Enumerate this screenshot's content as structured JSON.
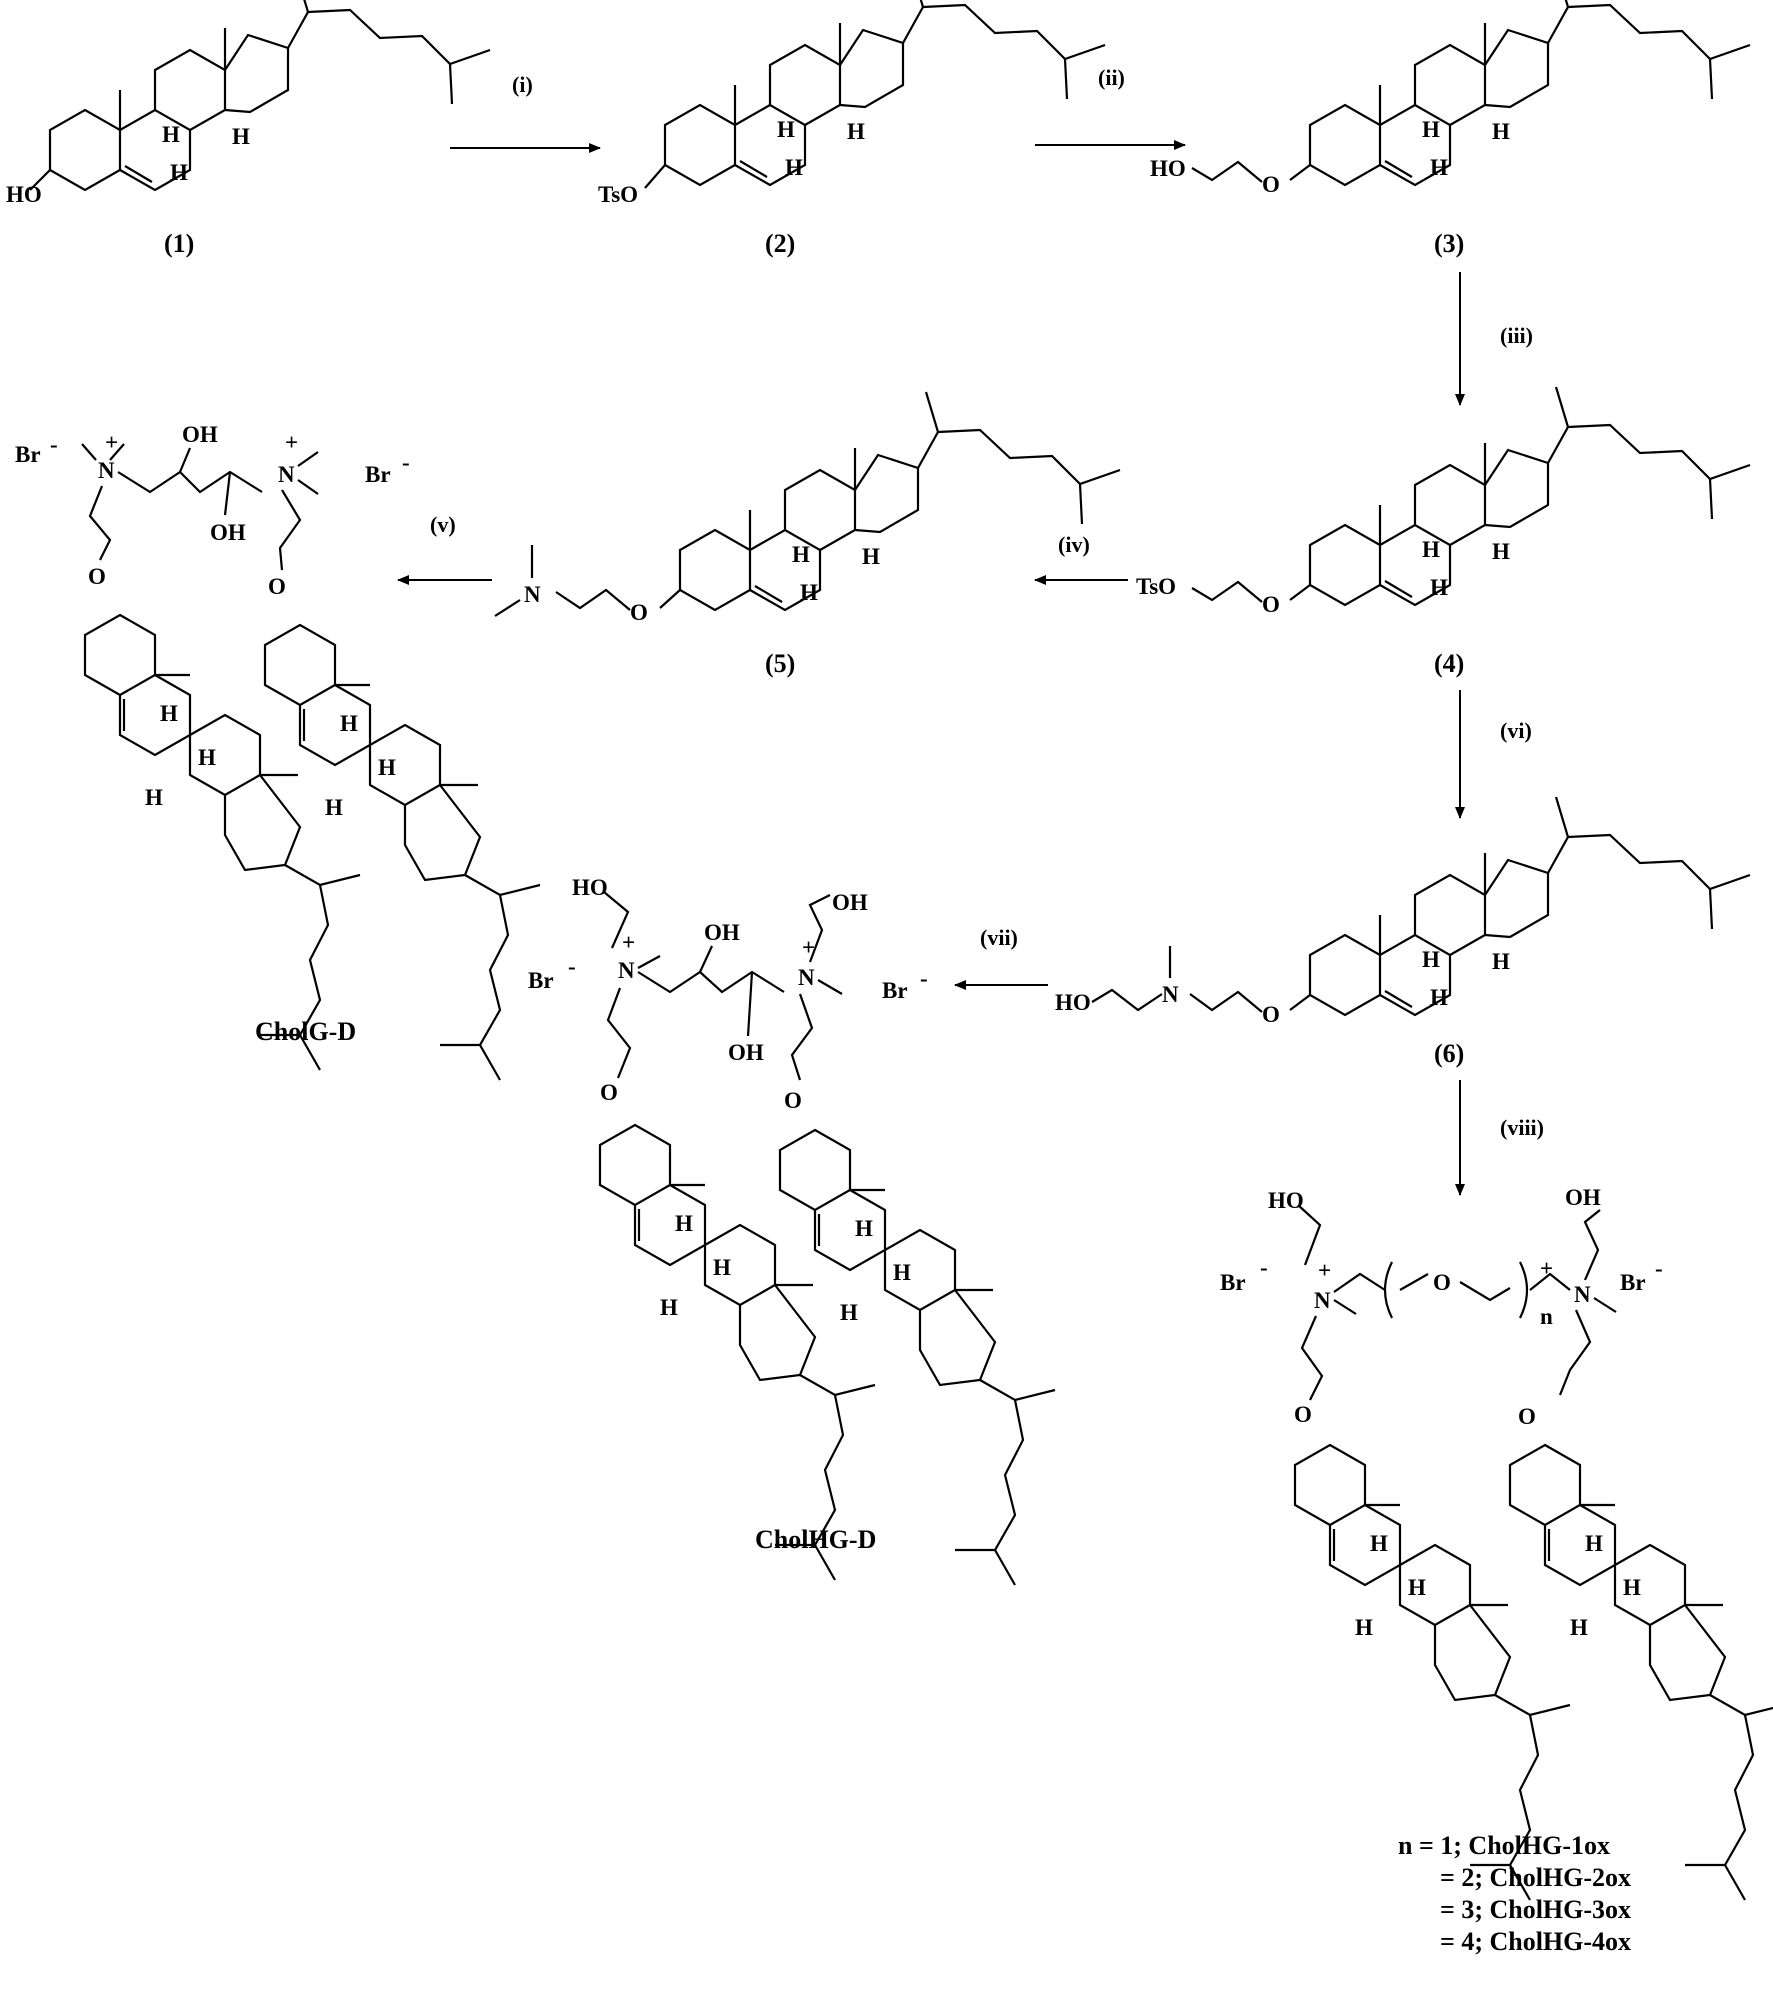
{
  "compounds": {
    "c1": {
      "label": "(1)",
      "group": "HO"
    },
    "c2": {
      "label": "(2)",
      "group": "TsO"
    },
    "c3": {
      "label": "(3)",
      "group": "HO"
    },
    "c4": {
      "label": "(4)",
      "group": "TsO"
    },
    "c5": {
      "label": "(5)",
      "group": "N"
    },
    "c6": {
      "label": "(6)",
      "group": "HO",
      "n_atom": "N"
    }
  },
  "products": {
    "cholg_d": {
      "name": "CholG-D",
      "anion": "Br",
      "oh": "OH"
    },
    "cholhg_d": {
      "name": "CholHG-D",
      "anion": "Br",
      "oh": "OH",
      "ho": "HO"
    },
    "cholhg_nox": {
      "anion": "Br",
      "ho": "HO",
      "oh": "OH",
      "o": "O",
      "n_sub": "n"
    }
  },
  "steps": [
    "(i)",
    "(ii)",
    "(iii)",
    "(iv)",
    "(v)",
    "(vi)",
    "(vii)",
    "(viii)"
  ],
  "atoms": {
    "H": "H",
    "O": "O",
    "N": "N",
    "plus": "+",
    "minus": "-"
  },
  "legend": [
    {
      "text": "n = 1;  CholHG-1ox"
    },
    {
      "text": "= 2;  CholHG-2ox"
    },
    {
      "text": "= 3;  CholHG-3ox"
    },
    {
      "text": "= 4;  CholHG-4ox"
    }
  ]
}
